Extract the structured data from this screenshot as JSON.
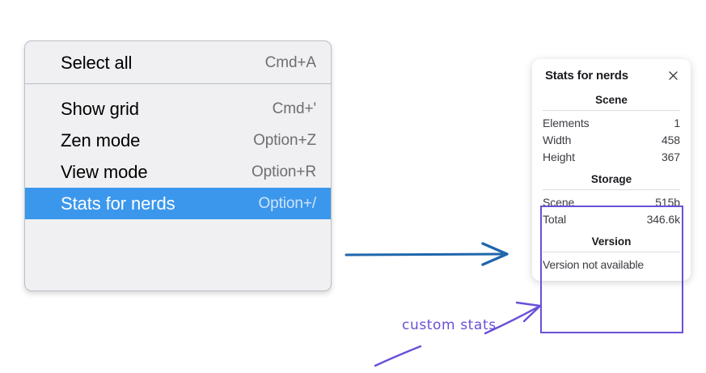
{
  "context_menu": {
    "name": "canvas-context-menu",
    "groups": [
      {
        "items": [
          {
            "label": "Select all",
            "shortcut": "Cmd+A",
            "selected": false
          }
        ]
      },
      {
        "items": [
          {
            "label": "Show grid",
            "shortcut": "Cmd+'",
            "selected": false
          },
          {
            "label": "Zen mode",
            "shortcut": "Option+Z",
            "selected": false
          },
          {
            "label": "View mode",
            "shortcut": "Option+R",
            "selected": false
          },
          {
            "label": "Stats for nerds",
            "shortcut": "Option+/",
            "selected": true
          }
        ]
      }
    ]
  },
  "stats_panel": {
    "title": "Stats for nerds",
    "close_icon": "close-icon",
    "sections": [
      {
        "title": "Scene",
        "rows": [
          {
            "key": "Elements",
            "value": "1"
          },
          {
            "key": "Width",
            "value": "458"
          },
          {
            "key": "Height",
            "value": "367"
          }
        ]
      },
      {
        "title": "Storage",
        "rows": [
          {
            "key": "Scene",
            "value": "515b"
          },
          {
            "key": "Total",
            "value": "346.6k"
          }
        ]
      },
      {
        "title": "Version",
        "text": "Version not available"
      }
    ]
  },
  "annotations": {
    "custom_stats_label": "custom stats",
    "blue_arrow_color": "#1f66ab",
    "purple_color": "#6a4fd8",
    "highlight_color": "#3b97ec"
  }
}
